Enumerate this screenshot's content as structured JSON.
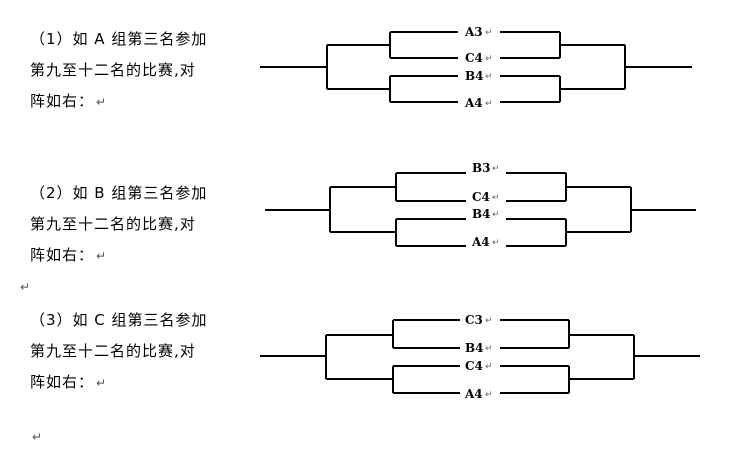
{
  "paragraphs": [
    {
      "lines": [
        "（1）如 A 组第三名参加",
        "第九至十二名的比赛,对",
        "阵如右："
      ],
      "end_mark": "↵"
    },
    {
      "lines": [
        "（2）如 B 组第三名参加",
        "第九至十二名的比赛,对",
        "阵如右："
      ],
      "end_mark": "↵"
    },
    {
      "lines": [
        "（3）如 C 组第三名参加",
        "第九至十二名的比赛,对",
        "阵如右："
      ],
      "end_mark": "↵"
    }
  ],
  "paragraph_marks": [
    "↵",
    "↵"
  ],
  "brackets": [
    {
      "teams": [
        "A3",
        "C4",
        "B4",
        "A4"
      ]
    },
    {
      "teams": [
        "B3",
        "C4",
        "B4",
        "A4"
      ]
    },
    {
      "teams": [
        "C3",
        "B4",
        "C4",
        "A4"
      ]
    }
  ],
  "label_mark": "↵"
}
